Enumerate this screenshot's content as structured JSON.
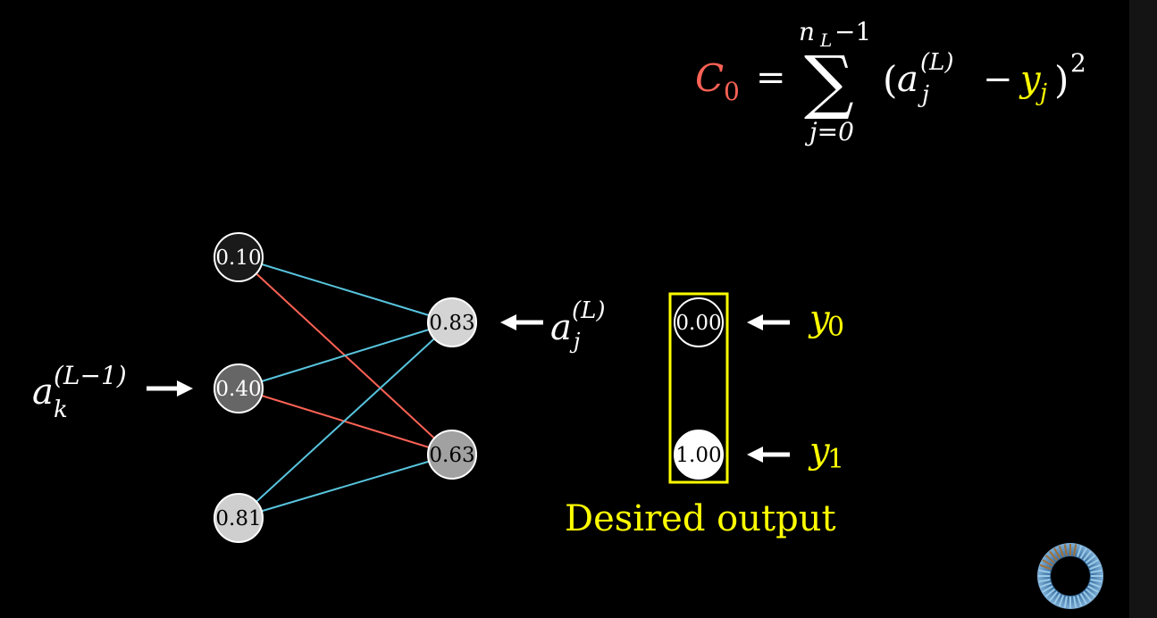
{
  "colors": {
    "background": "#000000",
    "cost": "#fc6255",
    "target": "#ffff00",
    "positive_weight": "#58c4dd",
    "negative_weight": "#fc6255",
    "text": "#ffffff"
  },
  "formula": {
    "cost_symbol": "C",
    "cost_index": "0",
    "equals": "=",
    "sum_symbol": "∑",
    "sum_upper_n": "n",
    "sum_upper_sub": "L",
    "sum_upper_rest": "−1",
    "sum_lower": "j=0",
    "open_paren": "(",
    "activation_symbol": "a",
    "activation_super": "(L)",
    "activation_sub": "j",
    "minus": "−",
    "target_symbol": "y",
    "target_sub": "j",
    "close_paren": ")",
    "exponent": "2"
  },
  "network": {
    "prev_layer": [
      {
        "label": "0.10",
        "activation": 0.1
      },
      {
        "label": "0.40",
        "activation": 0.4
      },
      {
        "label": "0.81",
        "activation": 0.81
      }
    ],
    "output_layer": [
      {
        "label": "0.83",
        "activation": 0.83
      },
      {
        "label": "0.63",
        "activation": 0.63
      }
    ],
    "connections": [
      {
        "from": 0,
        "to": 0,
        "sign": "positive"
      },
      {
        "from": 0,
        "to": 1,
        "sign": "negative"
      },
      {
        "from": 1,
        "to": 0,
        "sign": "positive"
      },
      {
        "from": 1,
        "to": 1,
        "sign": "negative"
      },
      {
        "from": 2,
        "to": 0,
        "sign": "positive"
      },
      {
        "from": 2,
        "to": 1,
        "sign": "positive"
      }
    ],
    "prev_label": {
      "symbol": "a",
      "super": "(L−1)",
      "sub": "k"
    },
    "output_label": {
      "symbol": "a",
      "super": "(L)",
      "sub": "j"
    }
  },
  "desired": {
    "nodes": [
      {
        "label": "0.00",
        "activation": 0.0,
        "target_symbol": "y",
        "target_sub": "0"
      },
      {
        "label": "1.00",
        "activation": 1.0,
        "target_symbol": "y",
        "target_sub": "1"
      }
    ],
    "caption": "Desired output"
  },
  "logo": {
    "icon": "pi-creature-eye-icon"
  }
}
